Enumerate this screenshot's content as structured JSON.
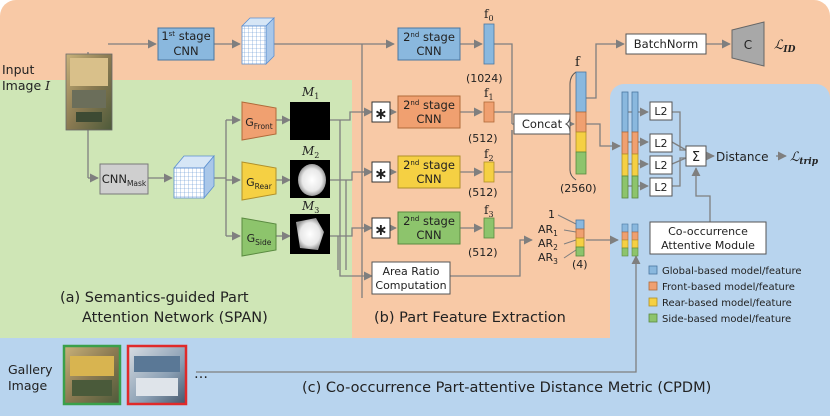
{
  "regions": {
    "span_label_1": "(a) Semantics-guided Part",
    "span_label_2": "Attention Network (SPAN)",
    "pfe_label": "(b) Part Feature Extraction",
    "cpdm_label": "(c) Co-occurrence Part-attentive Distance Metric (CPDM)"
  },
  "input": {
    "line1": "Input",
    "line2": "Image",
    "var": "I"
  },
  "gallery": {
    "line1": "Gallery",
    "line2": "Image",
    "ellipsis": "…"
  },
  "stage1": {
    "sup": "st",
    "num": "1",
    "word": "stage",
    "cnn": "CNN"
  },
  "stage2": {
    "num": "2",
    "sup": "nd",
    "word": "stage",
    "cnn": "CNN"
  },
  "cnn_mask": {
    "main": "CNN",
    "sub": "Mask"
  },
  "gates": [
    {
      "main": "G",
      "sub": "Front"
    },
    {
      "main": "G",
      "sub": "Rear"
    },
    {
      "main": "G",
      "sub": "Side"
    }
  ],
  "masks": [
    {
      "main": "M",
      "sub": "1"
    },
    {
      "main": "M",
      "sub": "2"
    },
    {
      "main": "M",
      "sub": "3"
    }
  ],
  "features": [
    {
      "main": "f",
      "sub": "0",
      "dim": "(1024)"
    },
    {
      "main": "f",
      "sub": "1",
      "dim": "(512)"
    },
    {
      "main": "f",
      "sub": "2",
      "dim": "(512)"
    },
    {
      "main": "f",
      "sub": "3",
      "dim": "(512)"
    }
  ],
  "star": "∗",
  "concat": {
    "label": "Concat",
    "f": "f",
    "dim": "(2560)"
  },
  "area_ratio": {
    "line1": "Area Ratio",
    "line2": "Computation"
  },
  "ar": {
    "one": "1",
    "items": [
      {
        "main": "AR",
        "sub": "1"
      },
      {
        "main": "AR",
        "sub": "2"
      },
      {
        "main": "AR",
        "sub": "3"
      }
    ],
    "dim": "(4)"
  },
  "batchnorm": "BatchNorm",
  "classifier": {
    "label": "C",
    "loss_main": "ℒ",
    "loss_sub": "ID"
  },
  "l2": [
    "L2",
    "L2",
    "L2",
    "L2"
  ],
  "sum": "Σ",
  "distance": {
    "label": "Distance",
    "loss_main": "ℒ",
    "loss_sub": "trip"
  },
  "coatt": {
    "line1": "Co-occurrence",
    "line2": "Attentive Module"
  },
  "legend": [
    {
      "label": "Global-based model/feature",
      "color": "#8ab8de"
    },
    {
      "label": "Front-based model/feature",
      "color": "#f0a070"
    },
    {
      "label": "Rear-based model/feature",
      "color": "#f5d043"
    },
    {
      "label": "Side-based model/feature",
      "color": "#8dc46c"
    }
  ],
  "colors": {
    "orange_bg": "#f8c9a6",
    "green_bg": "#cfe6b6",
    "blue_bg": "#b8d4ee",
    "global": "#8ab8de",
    "front": "#f0a070",
    "rear": "#f5d043",
    "side": "#8dc46c",
    "gray_box": "#cfcfcf",
    "line": "#7f7f7f"
  }
}
